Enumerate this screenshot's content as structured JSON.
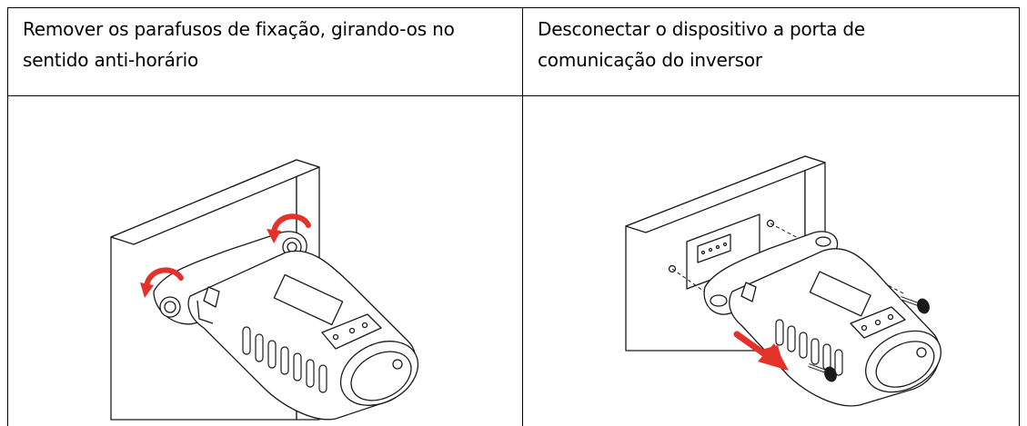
{
  "table": {
    "columns": [
      {
        "caption": "Remover os parafusos de fixação, girando-os no sentido anti-horário",
        "caption_line1": "Remover os parafusos de fixação, girando-os no",
        "caption_line2": "sentido anti-horário",
        "illustration": "remove-screws"
      },
      {
        "caption": "Desconectar o dispositivo a porta de comunicação do inversor",
        "caption_line1": "Desconectar o dispositivo a porta de",
        "caption_line2": "comunicação do inversor",
        "illustration": "disconnect-device"
      }
    ]
  },
  "colors": {
    "border": "#000000",
    "arrow": "#e4322b",
    "line": "#1a1a1a",
    "device_fill": "#ffffff",
    "panel_fill": "#ffffff"
  },
  "icons": [
    "rotate-counterclockwise-icon",
    "pull-out-arrow-icon",
    "screw-icon"
  ]
}
